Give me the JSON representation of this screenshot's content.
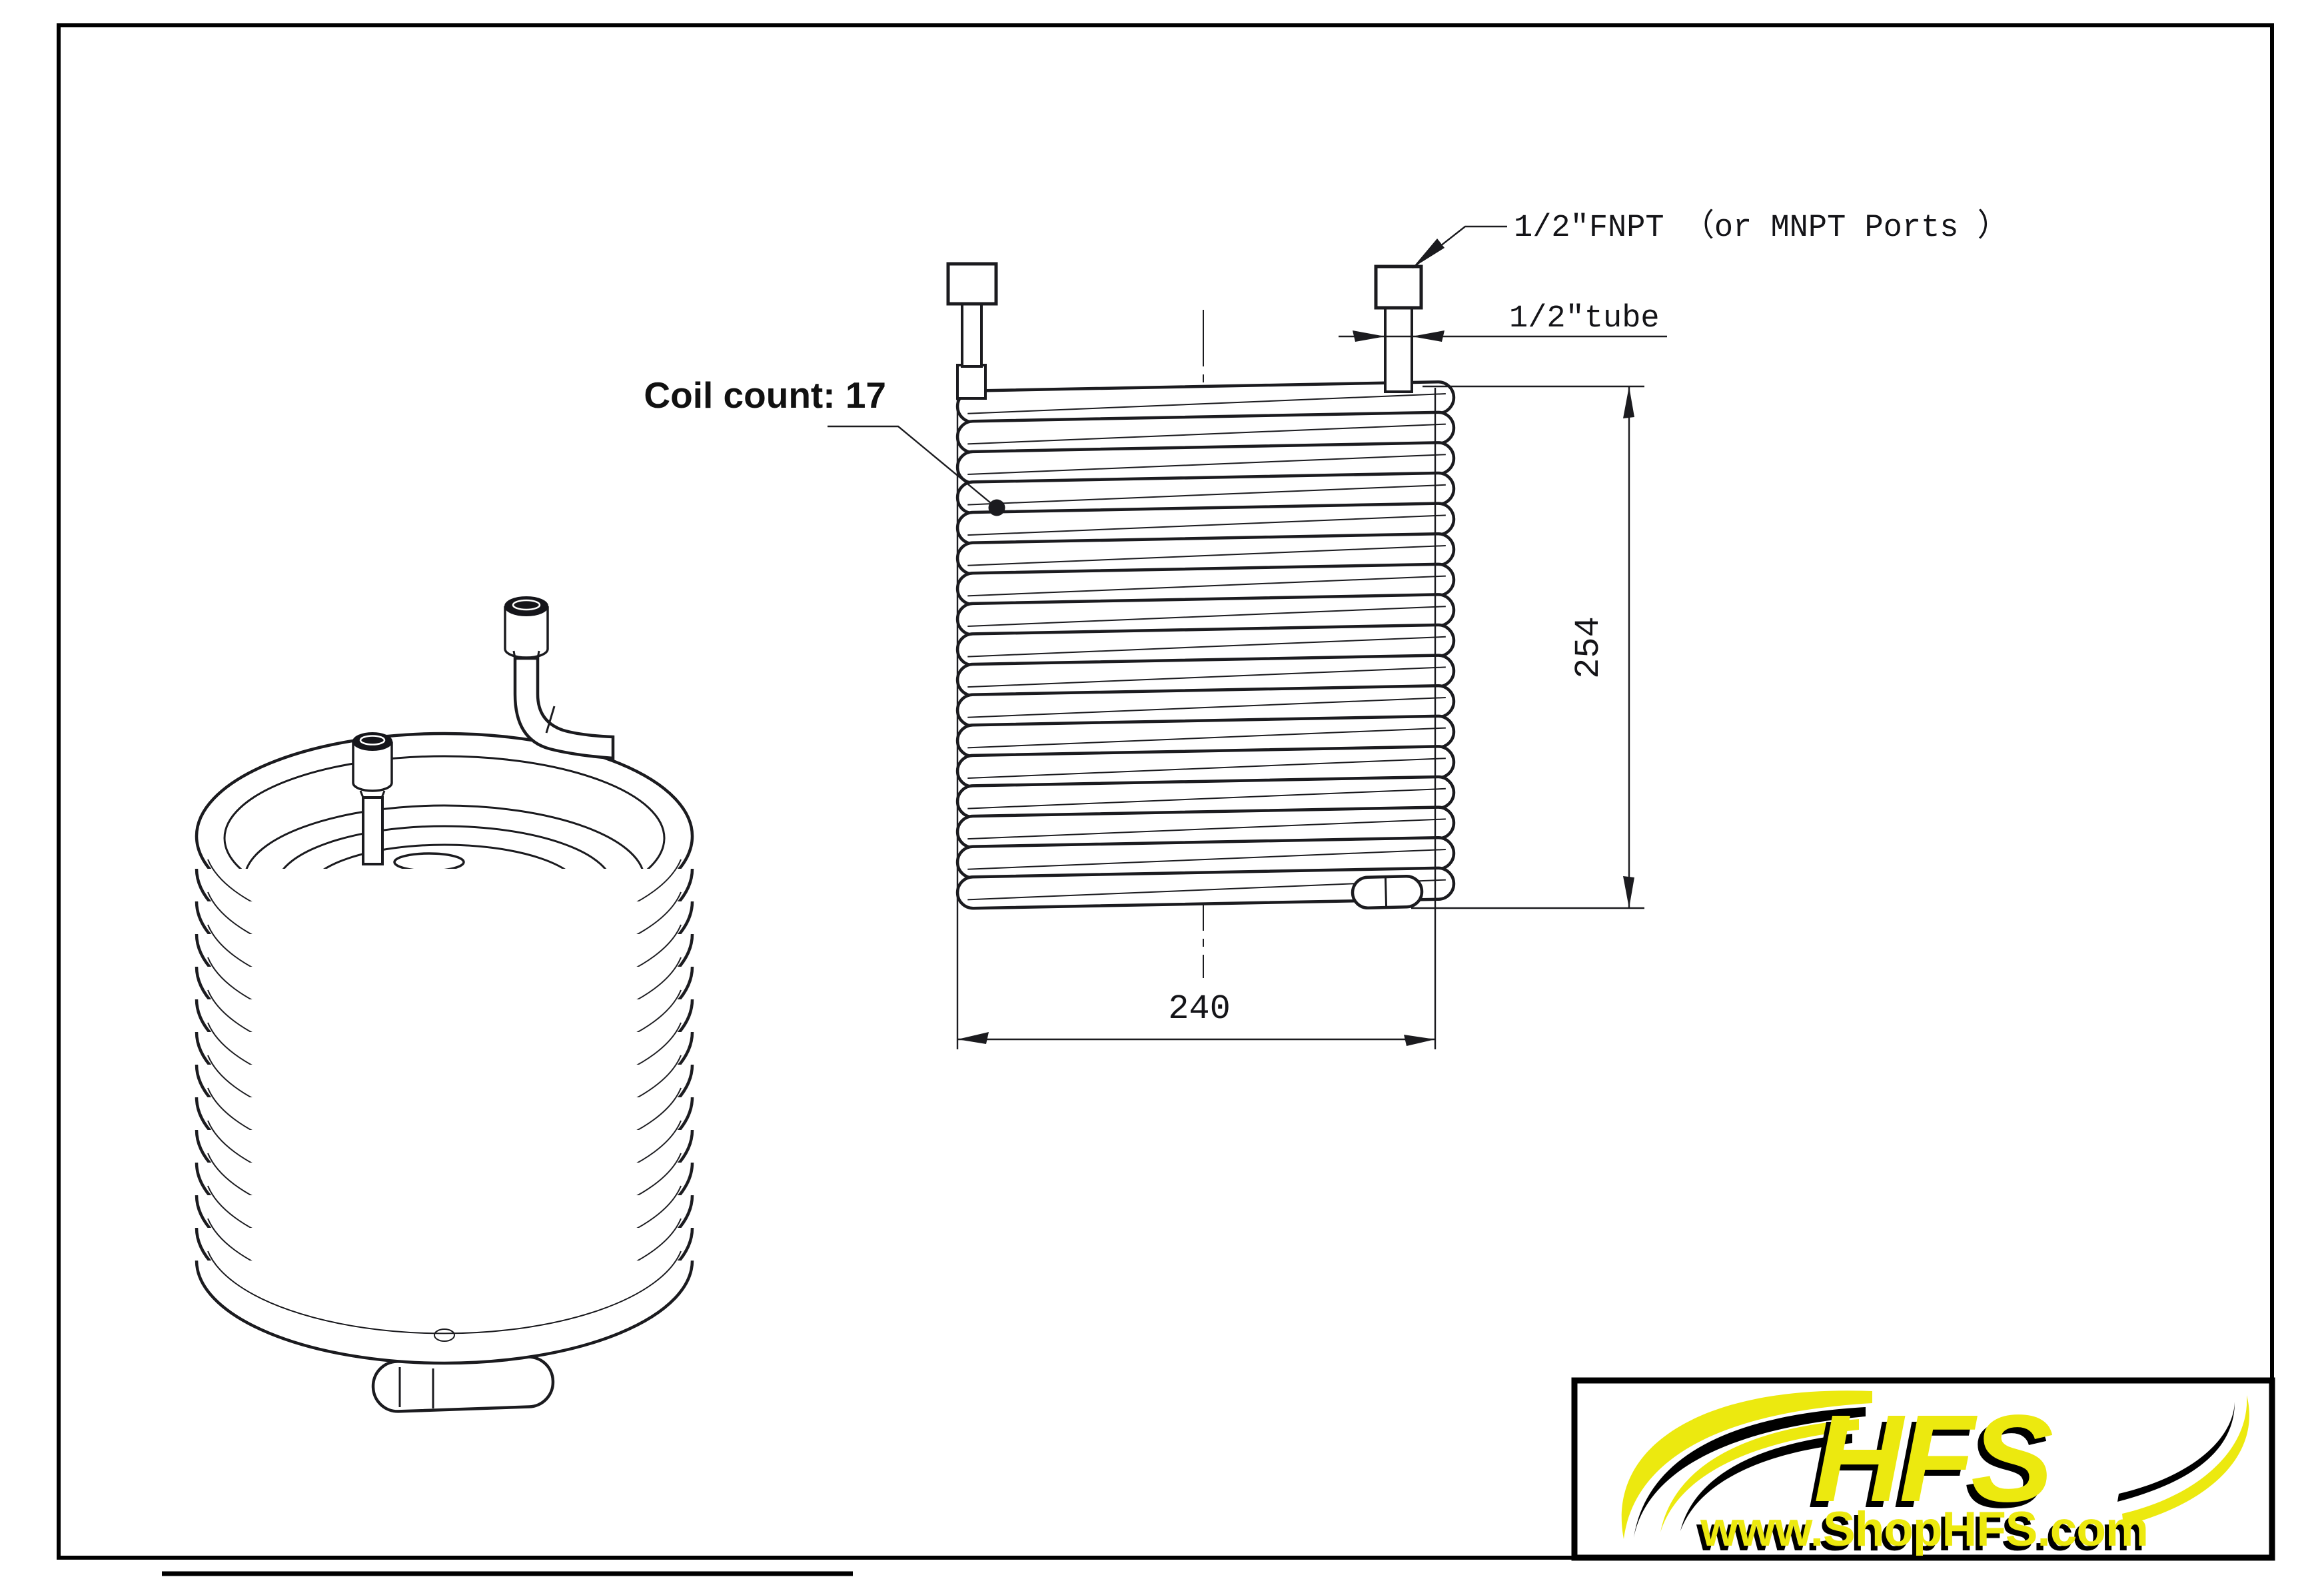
{
  "labels": {
    "coil_count": "Coil count: 17",
    "fnpt_ports": "1/2\"FNPT （or MNPT Ports ）",
    "tube_size": "1/2\"tube"
  },
  "dimensions": {
    "width_mm": "240",
    "height_mm": "254"
  },
  "coil": {
    "count": 17
  },
  "logo": {
    "brand": "HFS",
    "website": "www.ShopHFS.com",
    "yellow": "#ece90f",
    "black": "#000000"
  },
  "colors": {
    "line": "#1b1b1f",
    "background": "#ffffff"
  }
}
